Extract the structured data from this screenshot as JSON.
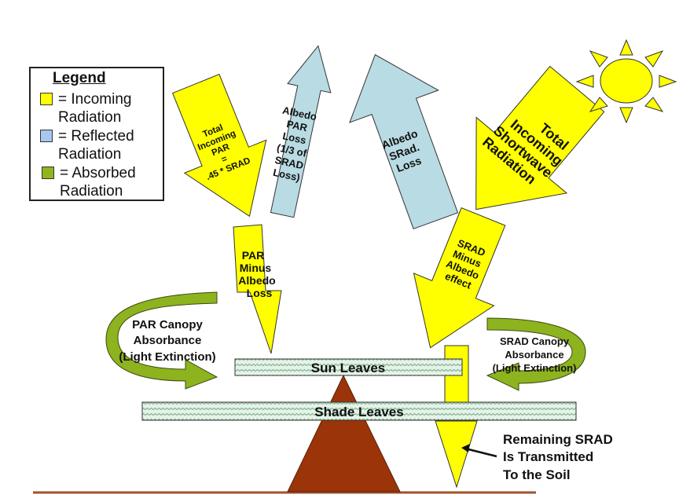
{
  "legend": {
    "title": "Legend",
    "items": [
      {
        "line1": "= Incoming",
        "line2": "Radiation",
        "color": "#ffff00",
        "meaning": "incoming"
      },
      {
        "line1": "= Reflected",
        "line2": "Radiation",
        "color": "#a6c8ec",
        "meaning": "reflected"
      },
      {
        "line1": "= Absorbed",
        "line2": "Radiation",
        "color": "#92b51e",
        "meaning": "absorbed"
      }
    ]
  },
  "colors": {
    "incoming": "#ffff00",
    "reflected": "#b9dbe3",
    "absorbed": "#8db31e",
    "trunk": "#9b3408",
    "ground": "#a0522d",
    "leaf_bg": "#dff0e4",
    "leaf_wave": "#7fae90"
  },
  "arrows": {
    "total_par": [
      "Total",
      "Incoming",
      "PAR",
      "=",
      ".45 * SRAD"
    ],
    "albedo_par": [
      "Albedo",
      "PAR",
      "Loss",
      "(1/3 of",
      "SRAD",
      "Loss)"
    ],
    "albedo_srad": [
      "Albedo",
      "SRad.",
      "Loss"
    ],
    "total_srad": [
      "Total",
      "Incoming",
      "Shortwave",
      "Radiation"
    ],
    "par_minus": [
      "PAR",
      "Minus",
      "Albedo",
      "Loss"
    ],
    "srad_minus": [
      "SRAD",
      "Minus",
      "Albedo",
      "effect"
    ]
  },
  "absorbance": {
    "par": [
      "PAR Canopy",
      "Absorbance",
      "(Light Extinction)"
    ],
    "srad": [
      "SRAD Canopy",
      "Absorbance",
      "(Light Extinction)"
    ]
  },
  "canopy": {
    "sun_leaves": "Sun Leaves",
    "shade_leaves": "Shade Leaves"
  },
  "soil_note": [
    "Remaining SRAD",
    "Is Transmitted",
    "To the Soil"
  ]
}
